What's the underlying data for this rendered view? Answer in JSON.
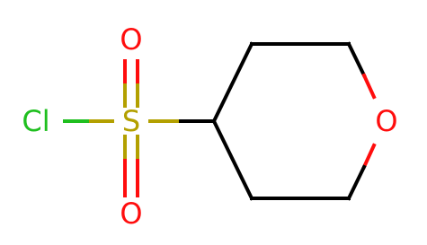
{
  "atoms": {
    "chlorine": {
      "label": "Cl",
      "color": "#1fbf1f"
    },
    "sulfur": {
      "label": "S",
      "color": "#b3a000"
    },
    "oxygen_top": {
      "label": "O",
      "color": "#ff0d0d"
    },
    "oxygen_bottom": {
      "label": "O",
      "color": "#ff0d0d"
    },
    "ring_oxygen": {
      "label": "O",
      "color": "#ff0d0d"
    }
  }
}
